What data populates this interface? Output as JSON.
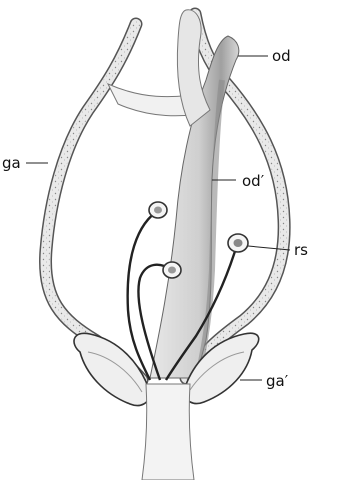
{
  "labels": {
    "od": "od",
    "od_prime": "od′",
    "ga": "ga",
    "rs": "rs",
    "ga_prime": "ga′"
  }
}
